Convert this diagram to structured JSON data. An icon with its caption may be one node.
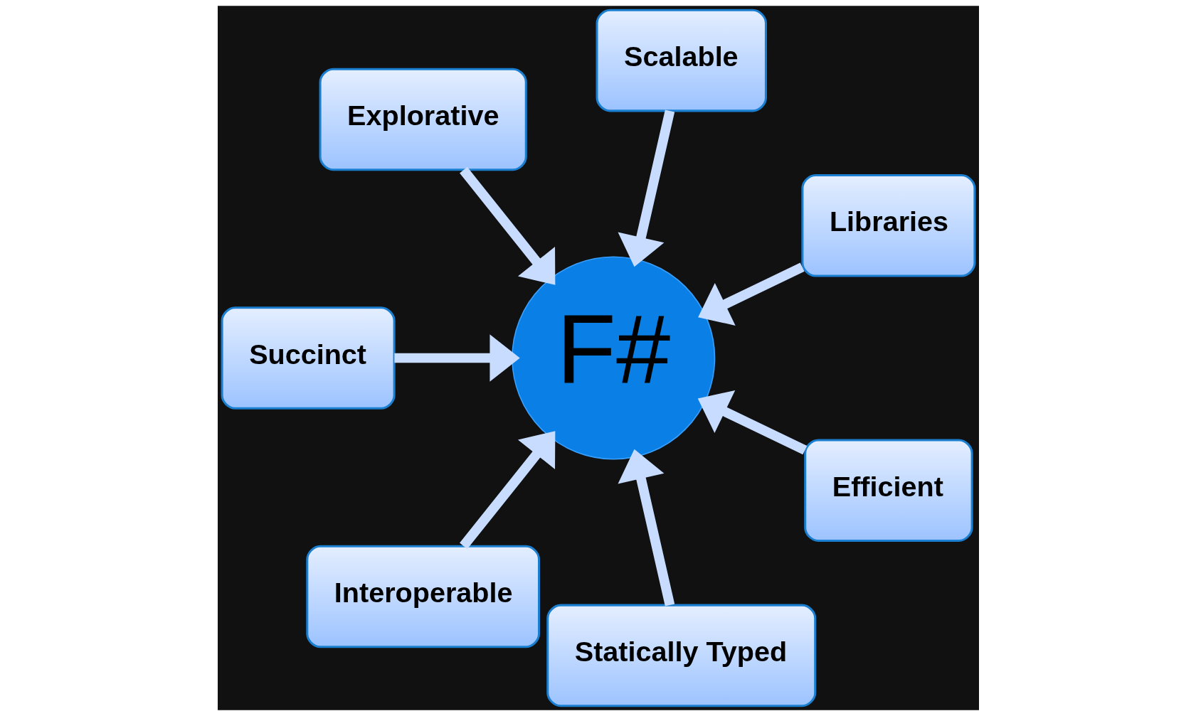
{
  "diagram": {
    "nodes": [
      {
        "text": [
          "Libraries"
        ]
      },
      {
        "text": [
          "Scalable"
        ]
      },
      {
        "text": [
          "Explorative"
        ]
      },
      {
        "text": [
          "Succinct"
        ]
      },
      {
        "text": [
          "Interoperable"
        ]
      },
      {
        "text": [
          "Statically Typed"
        ]
      },
      {
        "text": [
          "Efficient"
        ]
      },
      {
        "text": [
          "F#"
        ]
      }
    ],
    "edges": [
      {
        "from": 0,
        "to": 7,
        "arrow": "to"
      },
      {
        "from": 1,
        "to": 7,
        "arrow": "to"
      },
      {
        "from": 2,
        "to": 7,
        "arrow": "to"
      },
      {
        "from": 3,
        "to": 7,
        "arrow": "to"
      },
      {
        "from": 4,
        "to": 7,
        "arrow": "to"
      },
      {
        "from": 5,
        "to": 7,
        "arrow": "to"
      },
      {
        "from": 6,
        "to": 7,
        "arrow": "to"
      }
    ]
  }
}
